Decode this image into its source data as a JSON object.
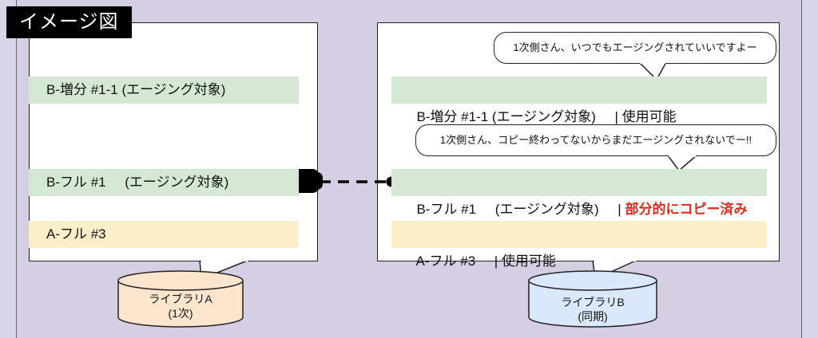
{
  "title": "イメージ図",
  "left": {
    "rows": [
      {
        "text": "B-増分 #1-1 (エージング対象)"
      },
      {
        "text": "B-フル #1     (エージング対象)"
      },
      {
        "text": "A-フル #3"
      }
    ],
    "library": {
      "line1": "ライブラリA",
      "line2": "(1次)"
    }
  },
  "right": {
    "rows": [
      {
        "text": "B-増分 #1-1 (エージング対象)     | 使用可能",
        "status": ""
      },
      {
        "text": "B-フル #1     (エージング対象)     | ",
        "status": "部分的にコピー済み"
      },
      {
        "text": "A-フル #3     | 使用可能",
        "status": ""
      }
    ],
    "library": {
      "line1": "ライブラリB",
      "line2": "(同期)"
    }
  },
  "bubbles": {
    "top": "1次側さん、いつでもエージングされていいですよー",
    "middle": "1次側さん、コピー終わってないからまだエージングされないでー!!"
  },
  "colors": {
    "green_row": "#d5e8d4",
    "yellow_row": "#fcefc8",
    "library_a": "#fce5cd",
    "library_b": "#dae8fc",
    "status_red": "#e02b1b"
  }
}
